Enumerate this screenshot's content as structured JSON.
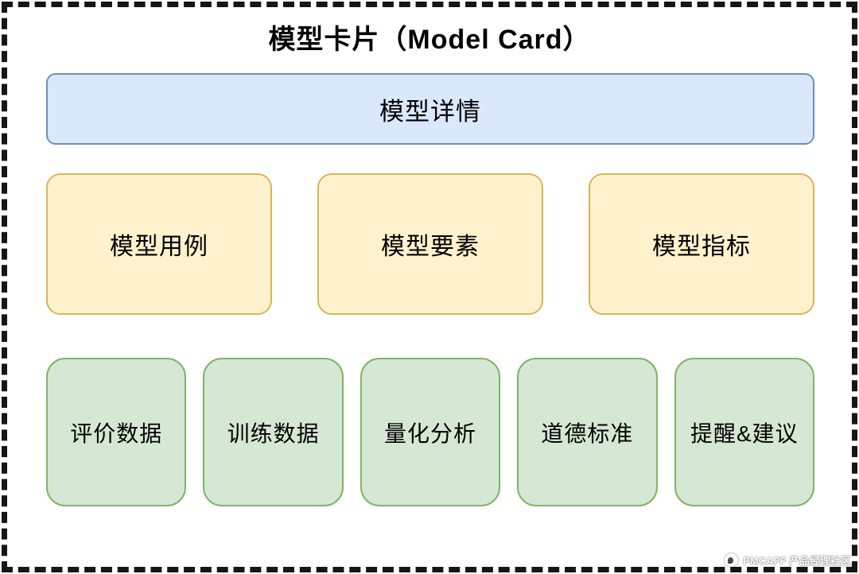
{
  "title": "模型卡片（Model Card）",
  "sections": {
    "detail": {
      "label": "模型详情"
    },
    "aspects": [
      {
        "label": "模型用例"
      },
      {
        "label": "模型要素"
      },
      {
        "label": "模型指标"
      }
    ],
    "data_items": [
      {
        "label": "评价数据"
      },
      {
        "label": "训练数据"
      },
      {
        "label": "量化分析"
      },
      {
        "label": "道德标准"
      },
      {
        "label": "提醒&建议"
      }
    ]
  },
  "watermark": {
    "logo_icon": "pmcaff-logo",
    "text": "PMCAFF 产品经理社区"
  },
  "colors": {
    "frame_dash": "#161616",
    "detail_fill": "#dae8fc",
    "detail_border": "#6c8ebf",
    "aspect_fill": "#fff2cc",
    "aspect_border": "#d6b656",
    "data_fill": "#d5e8d4",
    "data_border": "#82b366",
    "text": "#000000",
    "watermark_text": "#ffffff"
  }
}
